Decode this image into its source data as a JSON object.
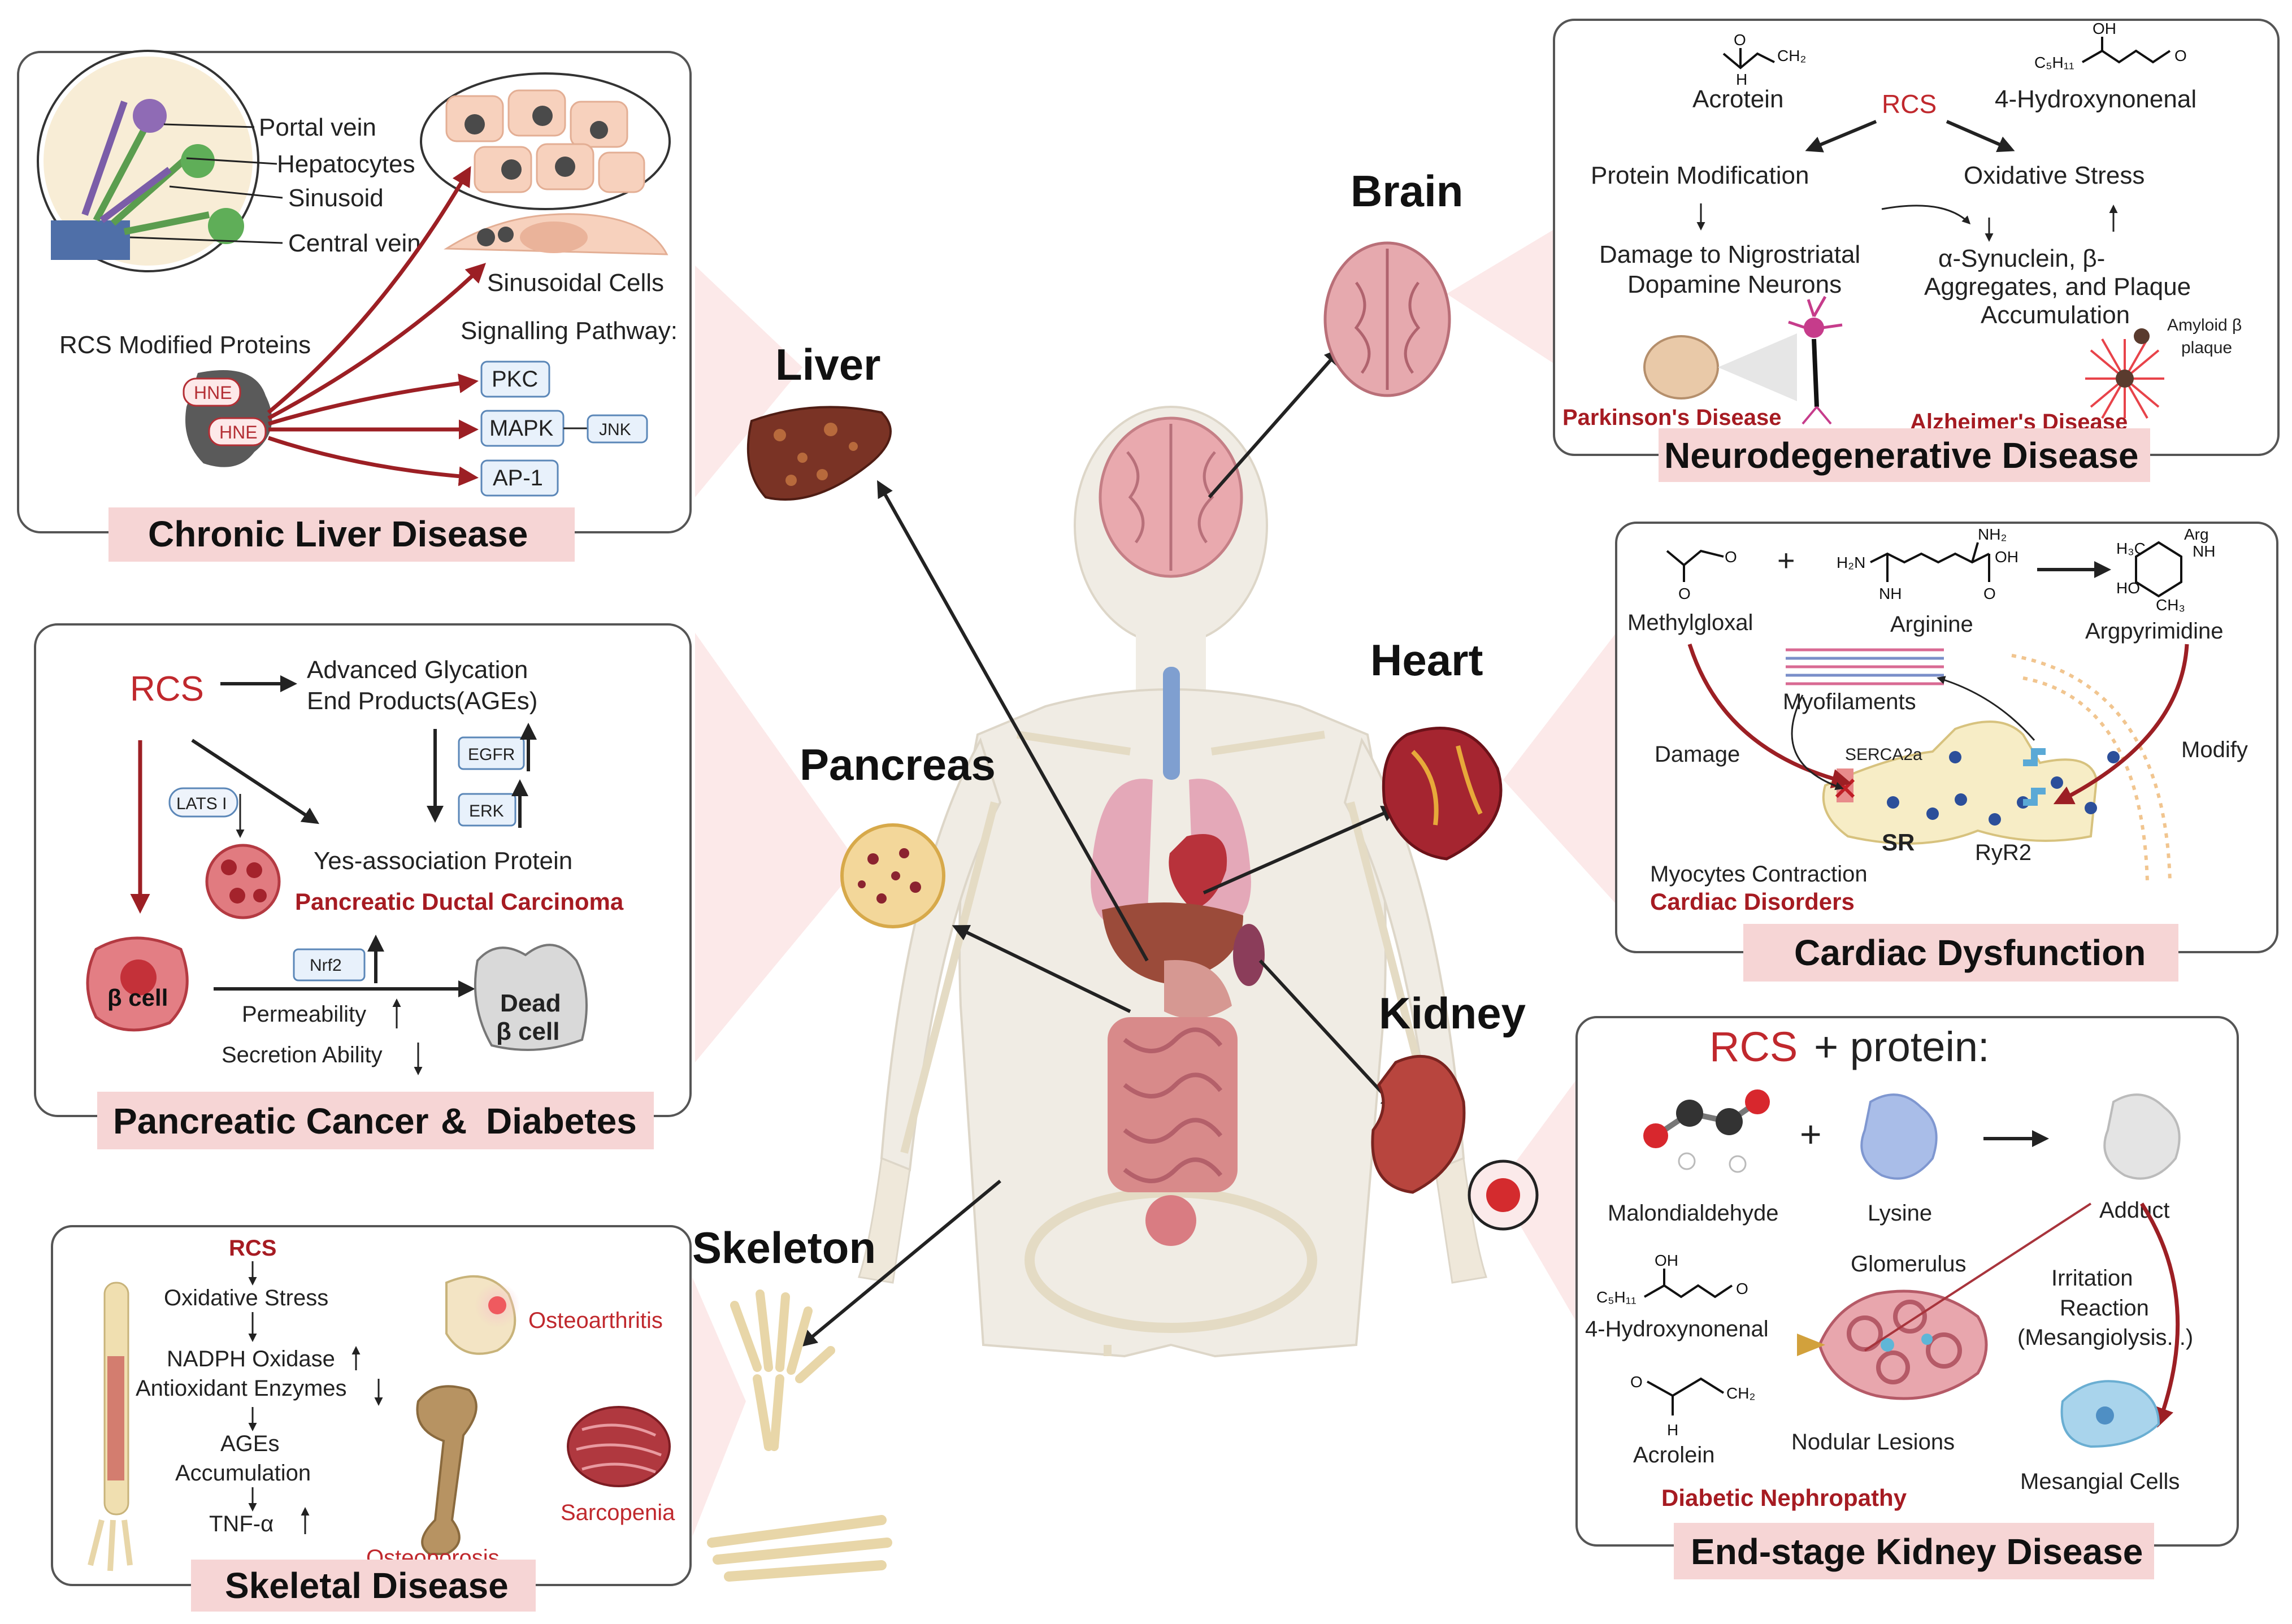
{
  "organs": {
    "liver": "Liver",
    "pancreas": "Pancreas",
    "skeleton": "Skeleton",
    "brain": "Brain",
    "heart": "Heart",
    "kidney": "Kidney"
  },
  "liver_panel": {
    "title": "Chronic Liver Disease",
    "portal_vein": "Portal vein",
    "hepatocytes": "Hepatocytes",
    "sinusoid": "Sinusoid",
    "central_vein": "Central vein",
    "sinusoidal_cells": "Sinusoidal Cells",
    "signalling": "Signalling Pathway:",
    "rcs_modified": "RCS Modified Proteins",
    "hne": "HNE",
    "pathways": [
      "PKC",
      "MAPK",
      "AP-1"
    ],
    "jnk": "JNK"
  },
  "pancreas_panel": {
    "title_part1": "Pancreatic Cancer",
    "title_amp": "&",
    "title_part2": "Diabetes",
    "rcs": "RCS",
    "ages_line1": "Advanced Glycation",
    "ages_line2": "End Products(AGEs)",
    "egfr": "EGFR",
    "erk": "ERK",
    "lats": "LATS I",
    "yap": "Yes-association Protein",
    "pdc": "Pancreatic Ductal Carcinoma",
    "nrf2": "Nrf2",
    "beta_cell": "β cell",
    "dead_line1": "Dead",
    "dead_line2": "β cell",
    "permeability": "Permeability",
    "secretion": "Secretion Ability"
  },
  "skeletal_panel": {
    "title": "Skeletal Disease",
    "rcs": "RCS",
    "steps": [
      "Oxidative Stress",
      "NADPH Oxidase",
      "Antioxidant Enzymes",
      "AGEs",
      "Accumulation",
      "TNF-α"
    ],
    "osteoarthritis": "Osteoarthritis",
    "osteoporosis": "Osteoporosis",
    "sarcopenia": "Sarcopenia"
  },
  "neuro_panel": {
    "title": "Neurodegenerative Disease",
    "acrotein": "Acrotein",
    "hne": "4-Hydroxynonenal",
    "rcs": "RCS",
    "protein_mod": "Protein Modification",
    "oxidative": "Oxidative Stress",
    "damage_line1": "Damage to Nigrostriatal",
    "damage_line2": "Dopamine Neurons",
    "syn_line1": "α-Synuclein, β-",
    "syn_line2": "Aggregates, and Plaque",
    "syn_line3": "Accumulation",
    "amyloid_line1": "Amyloid β",
    "amyloid_line2": "plaque",
    "parkinsons": "Parkinson's Disease",
    "alzheimers": "Alzheimer's Disease"
  },
  "cardiac_panel": {
    "title": "Cardiac Dysfunction",
    "methylglyoxal": "Methylgloxal",
    "plus": "+",
    "arginine": "Arginine",
    "argpyrimidine": "Argpyrimidine",
    "myofilaments": "Myofilaments",
    "damage": "Damage",
    "modify": "Modify",
    "serca": "SERCA2a",
    "sr": "SR",
    "ryr2": "RyR2",
    "contraction": "Myocytes Contraction",
    "disorders": "Cardiac Disorders"
  },
  "kidney_panel": {
    "title": "End-stage Kidney Disease",
    "rcs": "RCS",
    "plus_protein": "+  protein:",
    "plus": "+",
    "malondialdehyde": "Malondialdehyde",
    "lysine": "Lysine",
    "adduct": "Adduct",
    "glomerulus": "Glomerulus",
    "hne": "4-Hydroxynonenal",
    "acrolein": "Acrolein",
    "nodular": "Nodular Lesions",
    "irritation_line1": "Irritation",
    "irritation_line2": "Reaction",
    "irritation_line3": "(Mesangiolysis...)",
    "mesangial": "Mesangial Cells",
    "nephropathy": "Diabetic Nephropathy"
  },
  "colors": {
    "accent_red": "#c0282d",
    "title_band": "#f6d5d5",
    "pathway_tag": "#e8f1fb"
  }
}
